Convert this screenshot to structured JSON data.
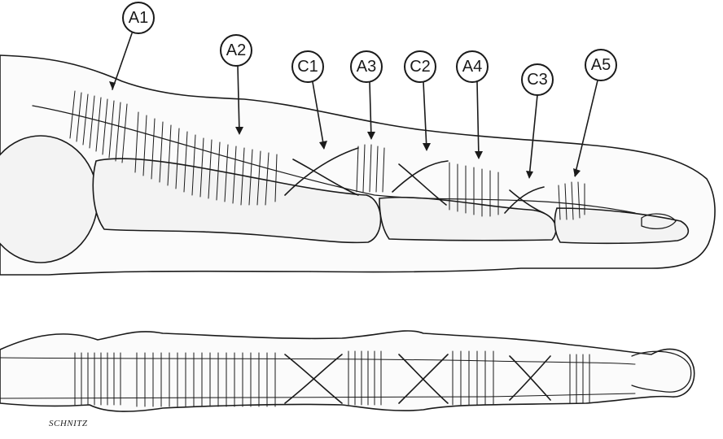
{
  "pulley_labels": [
    "A1",
    "A2",
    "C1",
    "A3",
    "C2",
    "A4",
    "C3",
    "A5"
  ],
  "artist_signature": "SCHNITZ"
}
